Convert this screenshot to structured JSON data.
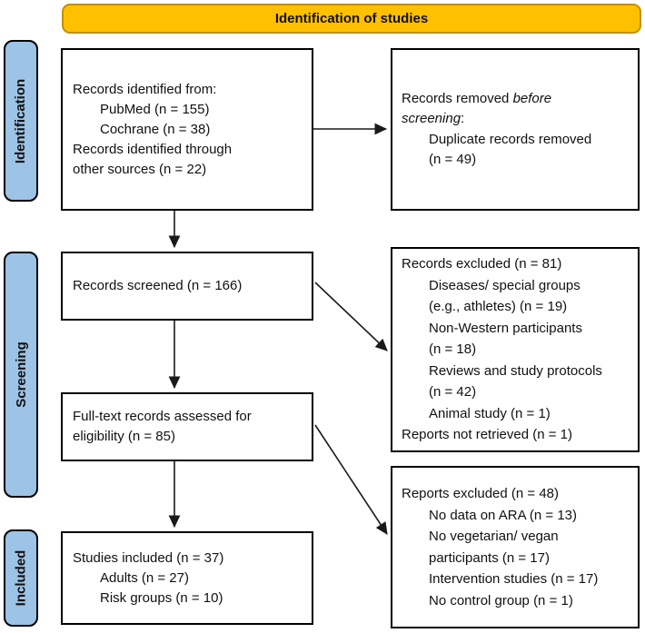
{
  "header": {
    "title": "Identification of studies"
  },
  "sidebar": {
    "identification": "Identification",
    "screening": "Screening",
    "included": "Included"
  },
  "boxes": {
    "identified": {
      "lines": [
        {
          "text": "Records identified from:",
          "indent": 0
        },
        {
          "text": "PubMed (n = 155)",
          "indent": 1
        },
        {
          "text": "Cochrane (n = 38)",
          "indent": 1
        },
        {
          "text": "Records identified through",
          "indent": 0
        },
        {
          "text": "other sources (n = 22)",
          "indent": 0
        }
      ]
    },
    "removed": {
      "lines": [
        {
          "parts": [
            {
              "t": "Records removed ",
              "i": false
            },
            {
              "t": "before",
              "i": true
            }
          ],
          "indent": 0
        },
        {
          "parts": [
            {
              "t": "screening",
              "i": true
            },
            {
              "t": ":",
              "i": false
            }
          ],
          "indent": 0
        },
        {
          "text": "Duplicate records removed",
          "indent": 1
        },
        {
          "text": "(n = 49)",
          "indent": 1
        }
      ]
    },
    "screened": {
      "lines": [
        {
          "text": "Records screened (n = 166)",
          "indent": 0
        }
      ]
    },
    "excluded_records": {
      "lines": [
        {
          "text": "Records excluded (n = 81)",
          "indent": 0
        },
        {
          "text": "Diseases/ special groups",
          "indent": 1
        },
        {
          "text": "(e.g., athletes) (n = 19)",
          "indent": 1
        },
        {
          "text": "Non-Western participants",
          "indent": 1
        },
        {
          "text": "(n = 18)",
          "indent": 1
        },
        {
          "text": "Reviews and study protocols",
          "indent": 1
        },
        {
          "text": "(n = 42)",
          "indent": 1
        },
        {
          "text": "Animal study (n = 1)",
          "indent": 1
        },
        {
          "text": "Reports not retrieved (n = 1)",
          "indent": 0
        }
      ]
    },
    "fulltext": {
      "lines": [
        {
          "text": "Full-text records assessed for",
          "indent": 0
        },
        {
          "text": "eligibility (n = 85)",
          "indent": 0
        }
      ]
    },
    "excluded_reports": {
      "lines": [
        {
          "text": "Reports excluded (n = 48)",
          "indent": 0
        },
        {
          "text": "No data on ARA (n = 13)",
          "indent": 1
        },
        {
          "text": "No vegetarian/ vegan",
          "indent": 1
        },
        {
          "text": "participants (n = 17)",
          "indent": 1
        },
        {
          "text": "Intervention studies (n = 17)",
          "indent": 1
        },
        {
          "text": "No control group (n = 1)",
          "indent": 1
        }
      ]
    },
    "included_studies": {
      "lines": [
        {
          "text": "Studies included (n = 37)",
          "indent": 0
        },
        {
          "text": "Adults (n = 27)",
          "indent": 1
        },
        {
          "text": "Risk groups (n = 10)",
          "indent": 1
        }
      ]
    }
  },
  "colors": {
    "header_bg": "#FFC000",
    "header_border": "#BF9000",
    "sidebar_bg": "#9DC3E6",
    "box_border": "#000000"
  }
}
